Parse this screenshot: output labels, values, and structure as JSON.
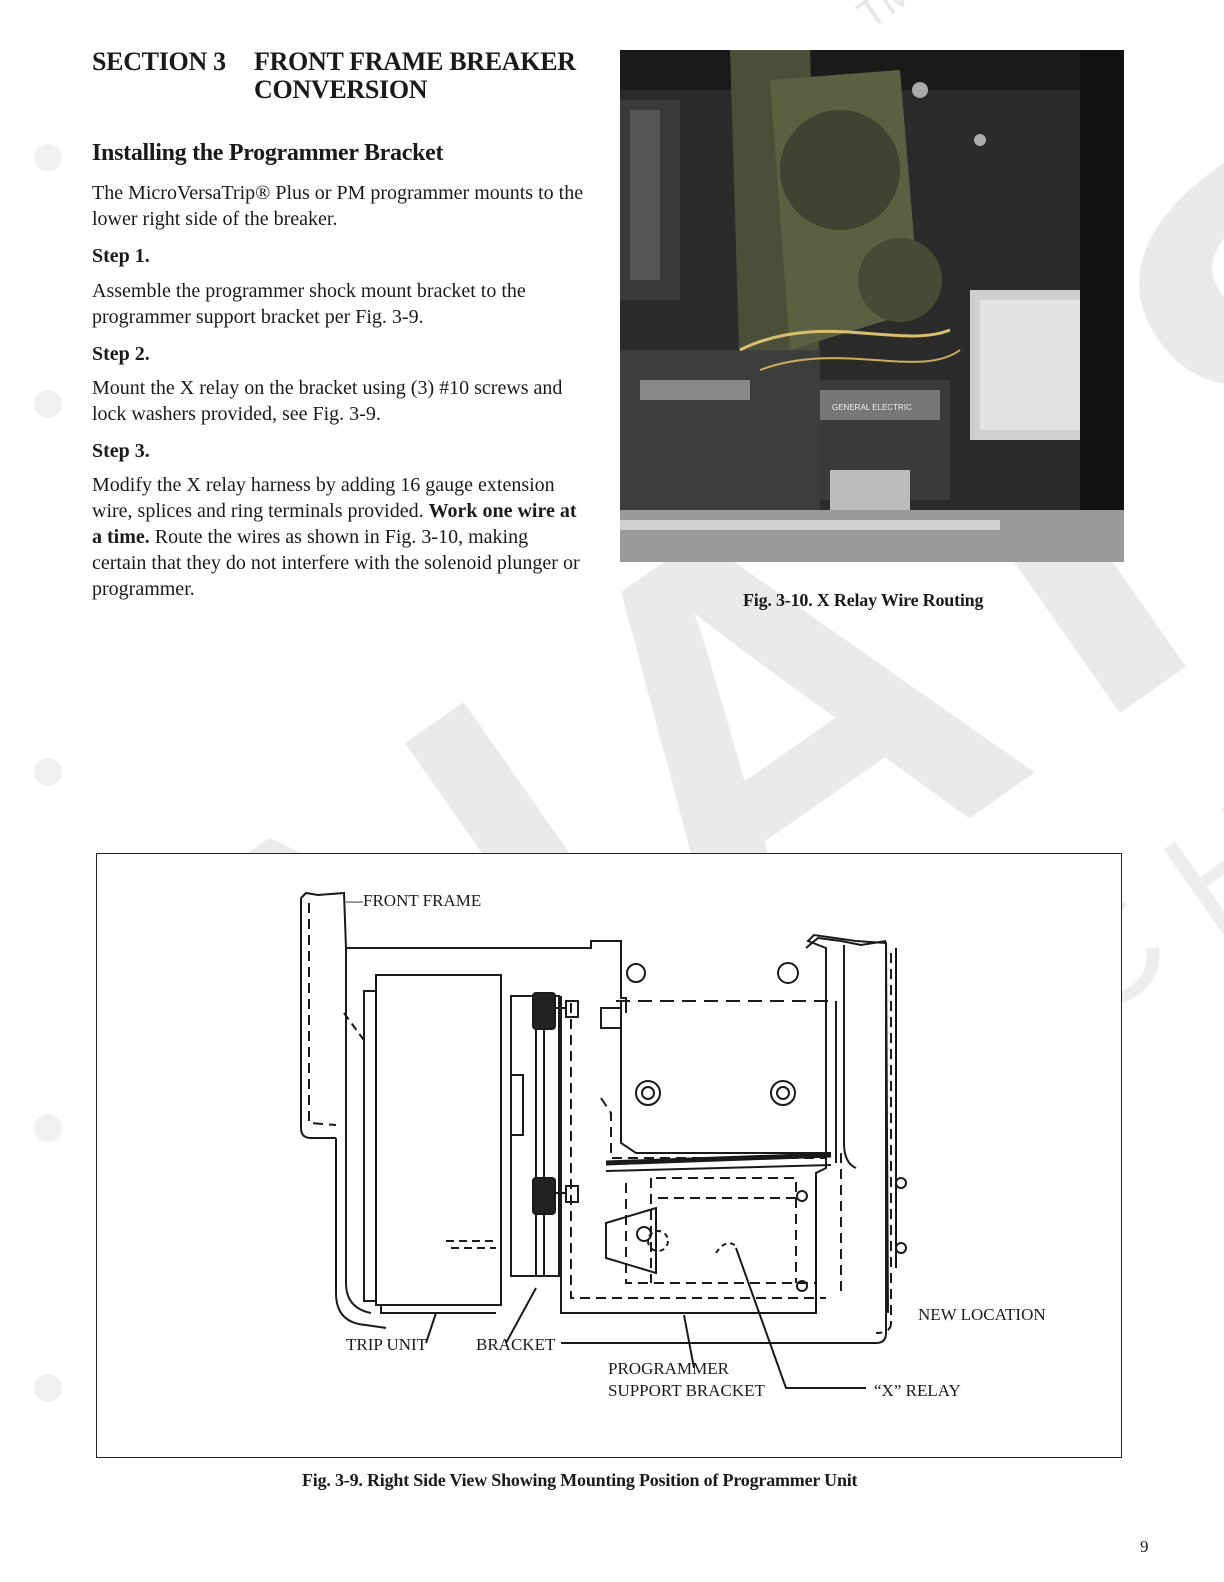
{
  "section": {
    "number": "SECTION 3",
    "title_line1": "FRONT FRAME BREAKER",
    "title_line2": "CONVERSION"
  },
  "subheading": "Installing the Programmer Bracket",
  "intro": "The MicroVersaTrip® Plus or PM programmer mounts to the lower right side of the breaker.",
  "steps": [
    {
      "label": "Step 1.",
      "text": "Assemble the programmer shock mount bracket to the programmer support bracket per Fig. 3-9."
    },
    {
      "label": "Step 2.",
      "text": "Mount the X relay on the bracket using (3) #10 screws and lock washers provided, see Fig. 3-9."
    },
    {
      "label": "Step 3.",
      "text_before": "Modify the X relay harness by adding 16 gauge extension wire, splices and ring terminals provided. ",
      "bold": "Work one wire at a time.",
      "text_after": " Route the wires as shown in Fig. 3-10, making certain that they do not interfere with the solenoid plunger or programmer."
    }
  ],
  "photo": {
    "caption": "Fig. 3-10. X Relay Wire Routing",
    "relay_label": "GENERAL ELECTRIC"
  },
  "diagram": {
    "caption": "Fig. 3-9. Right Side View Showing Mounting Position of Programmer Unit",
    "labels": {
      "front_frame": "—FRONT FRAME",
      "trip_unit": "TRIP UNIT",
      "bracket": "BRACKET",
      "programmer_line1": "PROGRAMMER",
      "programmer_line2": "SUPPORT BRACKET",
      "x_relay": "“X” RELAY",
      "new_location": "NEW LOCATION"
    }
  },
  "watermark": {
    "logo": "NATS",
    "text": "SWITCHGEAR",
    "tm": "TM",
    "color": "#e2e2e2"
  },
  "page_number": "9"
}
